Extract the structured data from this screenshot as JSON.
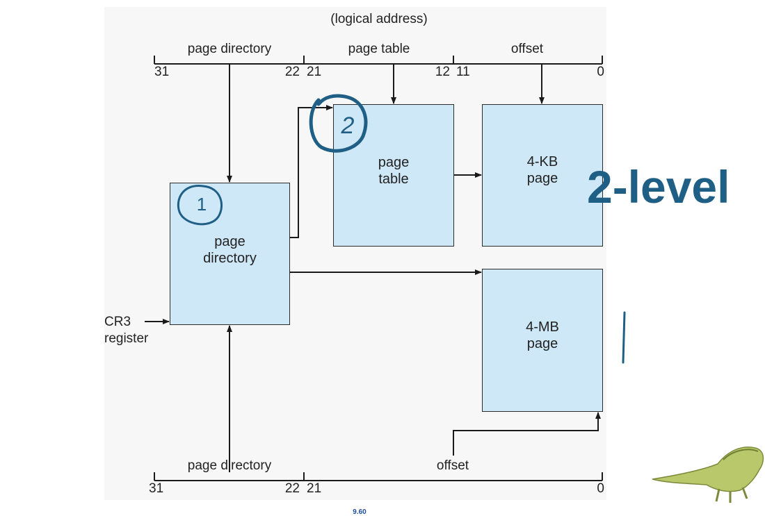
{
  "diagram": {
    "title": "(logical address)",
    "top_fields": {
      "page_directory": "page directory",
      "page_table": "page table",
      "offset": "offset"
    },
    "top_bits": {
      "b31": "31",
      "b22": "22",
      "b21": "21",
      "b12": "12",
      "b11": "11",
      "b0": "0"
    },
    "bottom_fields": {
      "page_directory": "page directory",
      "offset": "offset"
    },
    "bottom_bits": {
      "b31": "31",
      "b22": "22",
      "b21": "21",
      "b0": "0"
    },
    "boxes": {
      "page_directory": {
        "line1": "page",
        "line2": "directory"
      },
      "page_table": {
        "line1": "page",
        "line2": "table"
      },
      "page_4kb": {
        "line1": "4-KB",
        "line2": "page"
      },
      "page_4mb": {
        "line1": "4-MB",
        "line2": "page"
      }
    },
    "cr3": {
      "line1": "CR3",
      "line2": "register"
    },
    "colors": {
      "box_fill": "#cfe8f7",
      "ink": "#1f5f86"
    }
  },
  "annotations": {
    "circle_1": "1",
    "circle_2": "2",
    "note": "2-level"
  },
  "footer": {
    "page_number": "9.60"
  }
}
